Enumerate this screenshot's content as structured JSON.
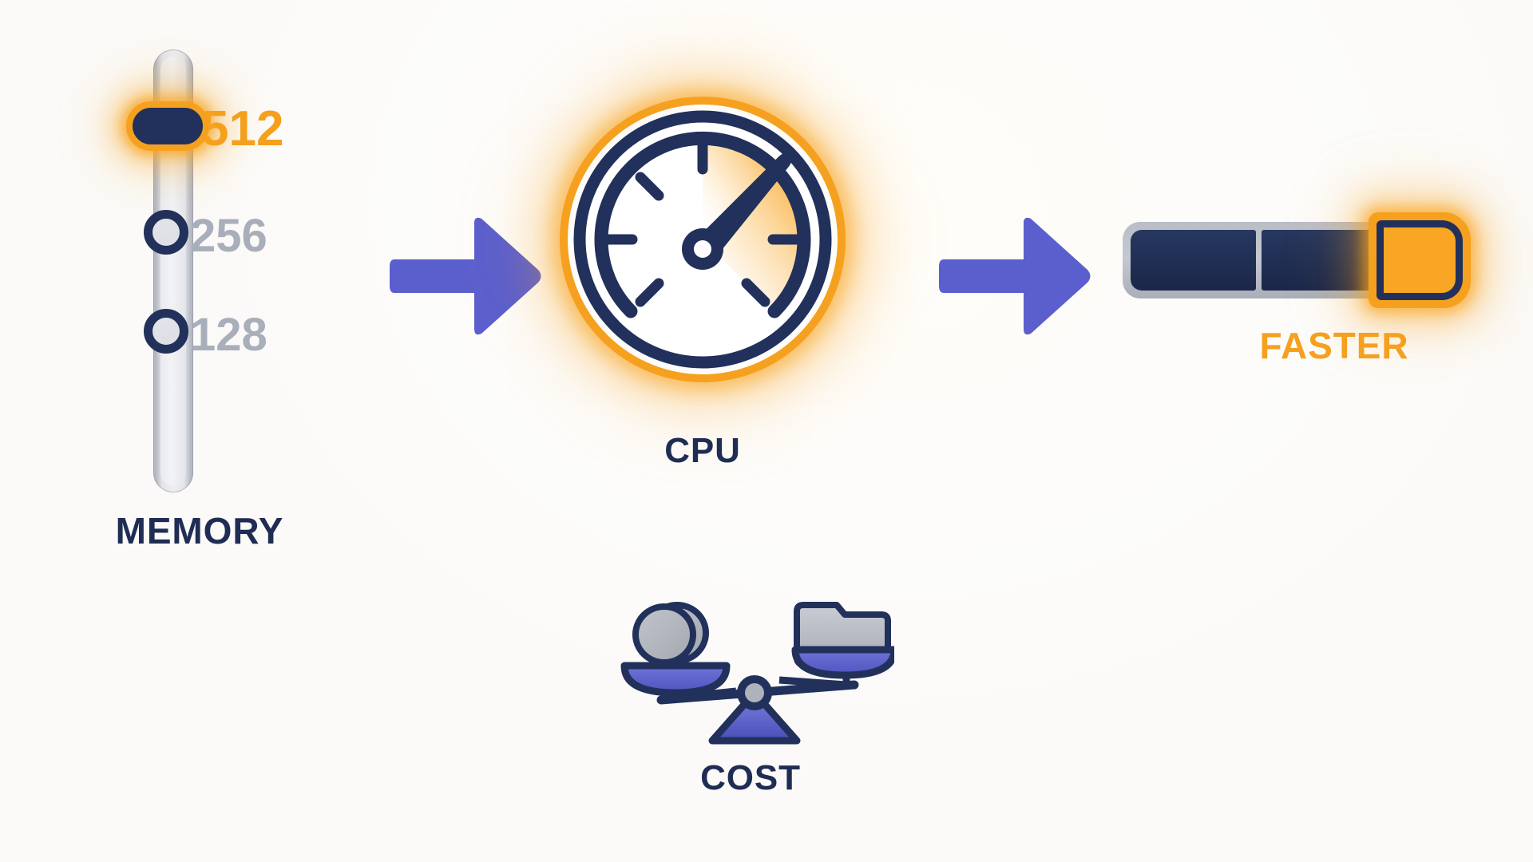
{
  "background_color": "#fbfaf8",
  "palette": {
    "navy": "#22315b",
    "orange": "#f5a01e",
    "indigo": "#5b5fce",
    "grey_track": "#e4e6eb",
    "grey_text": "#a9aebb"
  },
  "memory": {
    "label": "MEMORY",
    "icon": "vertical-slider-icon",
    "selected_value": "512",
    "options": [
      {
        "value": "512",
        "state": "selected",
        "color": "#f5a01e"
      },
      {
        "value": "256",
        "state": "unselected",
        "color": "#a9aebb"
      },
      {
        "value": "128",
        "state": "unselected",
        "color": "#a9aebb"
      }
    ]
  },
  "arrows": [
    {
      "name": "arrow-right-1",
      "direction": "right",
      "color": "#5b5fce"
    },
    {
      "name": "arrow-right-2",
      "direction": "right",
      "color": "#5b5fce"
    }
  ],
  "cpu": {
    "label": "CPU",
    "icon": "gauge-speedometer-icon",
    "needle_direction": "upper-right",
    "glow_color": "#f8a420",
    "dial_color": "#22315b"
  },
  "faster": {
    "label": "FASTER",
    "icon": "progress-bar-icon",
    "segments": [
      {
        "state": "filled",
        "color": "#22315b"
      },
      {
        "state": "filled",
        "color": "#22315b"
      }
    ],
    "highlight_segment": {
      "state": "active",
      "color": "#f6a020"
    }
  },
  "cost": {
    "label": "COST",
    "icon": "balance-scale-icon",
    "left_pan": {
      "icon": "coins-icon",
      "position": "down"
    },
    "right_pan": {
      "icon": "folder-icon",
      "position": "up"
    }
  }
}
